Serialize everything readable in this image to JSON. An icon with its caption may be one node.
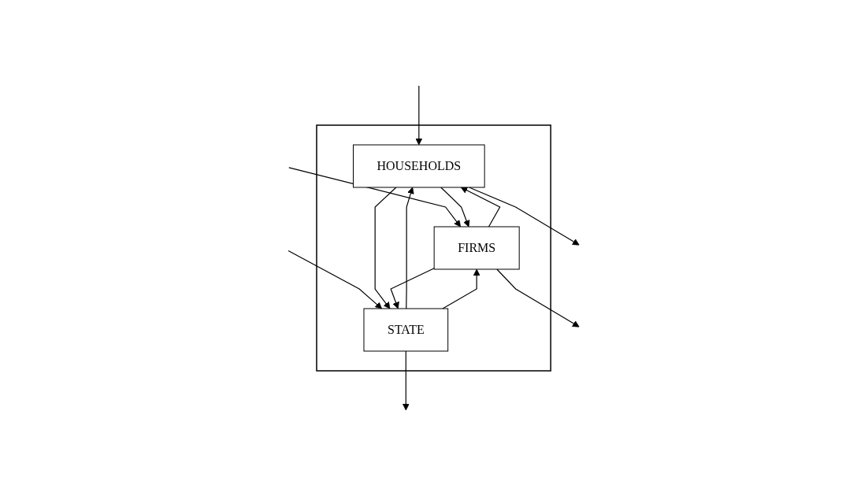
{
  "diagram": {
    "nodes": [
      {
        "text": [],
        "shape": "trapezoid"
      },
      {
        "text": [
          "HOUSEHOLDS"
        ],
        "in": 0
      },
      {
        "text": [
          "FIRMS"
        ],
        "in": 0
      },
      {
        "text": [
          "STATE"
        ],
        "in": 0
      }
    ],
    "edges": [
      {
        "from": null,
        "to": 2,
        "arrow": "to"
      },
      {
        "from": null,
        "to": 1,
        "arrow": "to"
      },
      {
        "from": null,
        "to": 3,
        "arrow": "to"
      },
      {
        "from": 1,
        "to": 2,
        "arrow": "to"
      },
      {
        "from": 2,
        "to": 1,
        "arrow": "to"
      },
      {
        "from": 1,
        "to": 3,
        "arrow": "to"
      },
      {
        "from": 3,
        "to": 1,
        "arrow": "to"
      },
      {
        "from": 2,
        "to": 3,
        "arrow": "to"
      },
      {
        "from": 3,
        "to": 2,
        "arrow": "to"
      },
      {
        "from": 2,
        "to": null,
        "arrow": "to"
      },
      {
        "from": 1,
        "to": null,
        "arrow": "to"
      },
      {
        "from": 3,
        "to": null,
        "arrow": "to"
      }
    ]
  }
}
